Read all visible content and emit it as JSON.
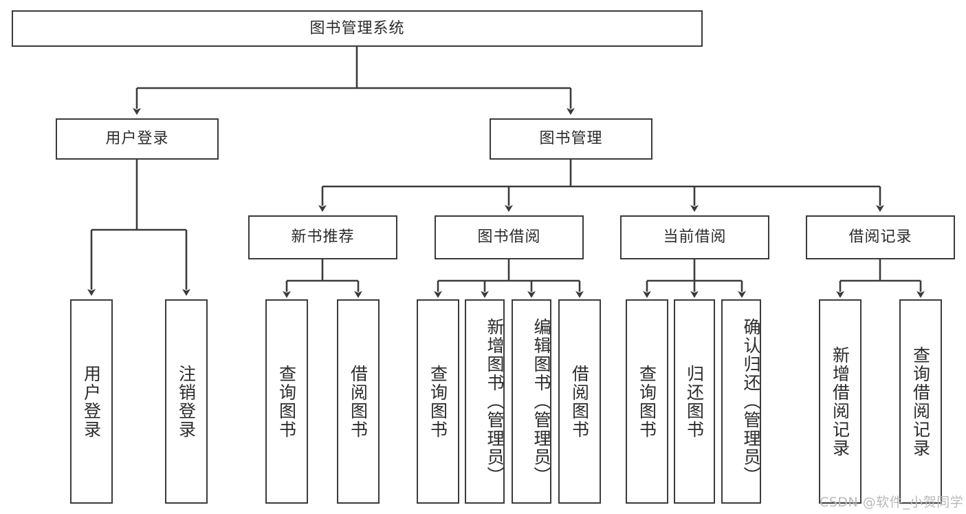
{
  "diagram": {
    "type": "hierarchy-tree",
    "title": "图书管理系统",
    "background_color": "#ffffff",
    "stroke_color": "#3b3b3b",
    "text_color": "#2b2b2b",
    "root": {
      "id": "root",
      "label": "图书管理系统"
    },
    "level2": [
      {
        "id": "user-login",
        "label": "用户登录"
      },
      {
        "id": "book-manage",
        "label": "图书管理"
      }
    ],
    "level3": [
      {
        "id": "new-book-recommend",
        "label": "新书推荐"
      },
      {
        "id": "book-borrow",
        "label": "图书借阅"
      },
      {
        "id": "current-borrow",
        "label": "当前借阅"
      },
      {
        "id": "borrow-record",
        "label": "借阅记录"
      }
    ],
    "leaves": [
      {
        "id": "leaf-user-login",
        "label": "用户登录",
        "parent": "user-login"
      },
      {
        "id": "leaf-user-logout",
        "label": "注销登录",
        "parent": "user-login"
      },
      {
        "id": "leaf-query-book-1",
        "label": "查询图书",
        "parent": "new-book-recommend"
      },
      {
        "id": "leaf-borrow-book-1",
        "label": "借阅图书",
        "parent": "new-book-recommend"
      },
      {
        "id": "leaf-query-book-2",
        "label": "查询图书",
        "parent": "book-borrow"
      },
      {
        "id": "leaf-add-book",
        "label": "新增图书（管理员）",
        "parent": "book-borrow"
      },
      {
        "id": "leaf-edit-book",
        "label": "编辑图书（管理员）",
        "parent": "book-borrow"
      },
      {
        "id": "leaf-borrow-book-2",
        "label": "借阅图书",
        "parent": "book-borrow"
      },
      {
        "id": "leaf-query-book-3",
        "label": "查询图书",
        "parent": "current-borrow"
      },
      {
        "id": "leaf-return-book",
        "label": "归还图书",
        "parent": "current-borrow"
      },
      {
        "id": "leaf-confirm-return",
        "label": "确认归还（管理员）",
        "parent": "current-borrow"
      },
      {
        "id": "leaf-add-record",
        "label": "新增借阅记录",
        "parent": "borrow-record"
      },
      {
        "id": "leaf-query-record",
        "label": "查询借阅记录",
        "parent": "borrow-record"
      }
    ]
  },
  "watermark": {
    "text": "CSDN @软件_小贺同学"
  }
}
